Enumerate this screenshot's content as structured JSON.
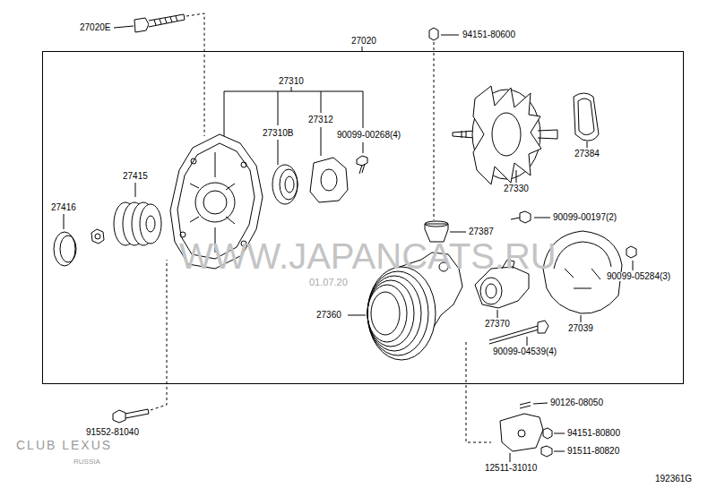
{
  "diagram": {
    "nodes": [
      {
        "text": [
          "27020"
        ]
      }
    ],
    "labels": [
      "27020E",
      "94151-80600",
      "27310",
      "27310B",
      "27312",
      "90099-00268(4)",
      "27384",
      "27330",
      "27415",
      "27416",
      "27387",
      "90099-00197(2)",
      "90099-05284(3)",
      "27360",
      "27370",
      "27039",
      "90099-04539(4)",
      "90126-08050",
      "94151-80800",
      "91511-80820",
      "91552-81040",
      "12511-31010",
      "192361G",
      "WWW.JAPANCATS.RU",
      "01.07.20",
      "CLUB LEXUS",
      "RUSSIA"
    ]
  }
}
